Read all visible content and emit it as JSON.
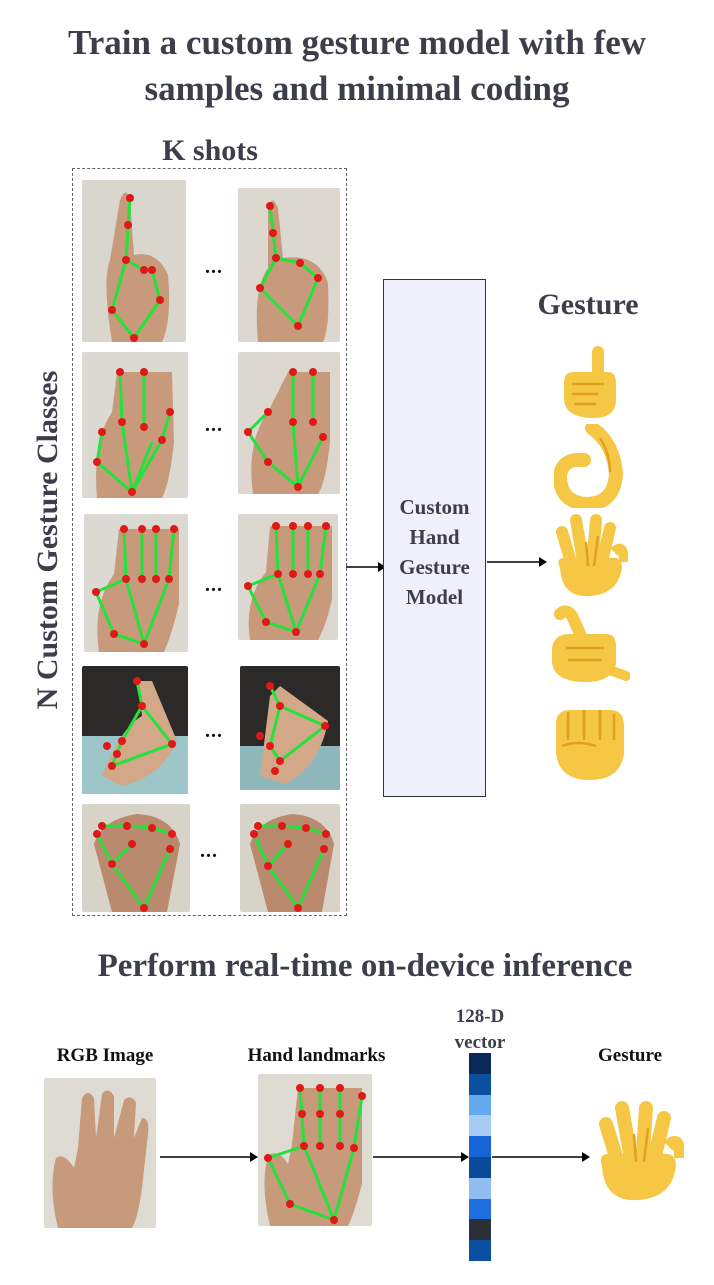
{
  "header": {
    "title_line1": "Train a custom gesture model with few",
    "title_line2": "samples and minimal coding"
  },
  "training": {
    "k_shots_label": "K shots",
    "n_classes_label": "N Custom Gesture Classes",
    "ellipsis": "...",
    "model_lines": [
      "Custom",
      "Hand",
      "Gesture",
      "Model"
    ],
    "output_label": "Gesture"
  },
  "inference": {
    "title": "Perform real-time on-device inference",
    "rgb_label": "RGB Image",
    "landmarks_label": "Hand landmarks",
    "vector_label_line1": "128-D",
    "vector_label_line2": "vector",
    "gesture_label": "Gesture",
    "vector_colors": [
      "#0a2a5c",
      "#0b4f9e",
      "#64a8ee",
      "#a6ccf5",
      "#1565d8",
      "#0b4a9a",
      "#8fbdf2",
      "#1f6fe0",
      "#2b2f36",
      "#0b4fa0"
    ]
  },
  "colors": {
    "skeleton": "#22e33a",
    "joint": "#e01818",
    "emoji": "#f6c744",
    "emoji_line": "#e0a020",
    "model_box": "#eff0fc"
  },
  "gestures": [
    "pointing-up",
    "ok-hand",
    "vulcan-salute",
    "call-me-hand",
    "raised-fist"
  ]
}
